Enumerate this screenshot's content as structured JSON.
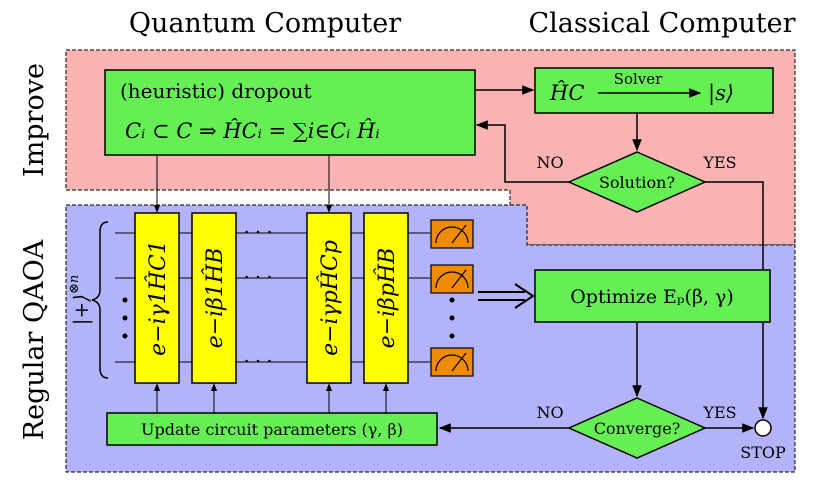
{
  "headers": {
    "quantum": "Quantum Computer",
    "classical": "Classical Computer"
  },
  "regions": {
    "improve": "Improve",
    "regular": "Regular QAOA"
  },
  "dropout_box": {
    "title": "(heuristic) dropout",
    "formula": "Cᵢ ⊂ C ⇒ ĤCᵢ = ∑i∈Cᵢ Ĥᵢ"
  },
  "solver_box": {
    "hamiltonian": "ĤC",
    "solver_label": "Solver",
    "state": "|s⟩"
  },
  "solution_diamond": {
    "label": "Solution?",
    "no": "NO",
    "yes": "YES"
  },
  "initial_state": "|+⟩",
  "initial_state_exp": "⊗n",
  "gates": [
    {
      "text": "e−iγ1ĤC1",
      "color": "#ffff00"
    },
    {
      "text": "e−iβ1ĤB",
      "color": "#ffff00"
    },
    {
      "text": "e−iγpĤCp",
      "color": "#ffff00"
    },
    {
      "text": "e−iβpĤB",
      "color": "#ffff00"
    }
  ],
  "dots": "· · ·",
  "optimize_box": {
    "label": "Optimize Eₚ(β, γ)"
  },
  "converge_diamond": {
    "label": "Converge?",
    "no": "NO",
    "yes": "YES"
  },
  "update_box": {
    "label": "Update circuit parameters (γ, β)"
  },
  "stop_label": "STOP",
  "colors": {
    "improve_bg": "#f9b3b3",
    "qaoa_bg": "#b3b3f9",
    "box_green": "#66ee55",
    "gate_yellow": "#ffff00",
    "measure_orange": "#f08a00"
  }
}
